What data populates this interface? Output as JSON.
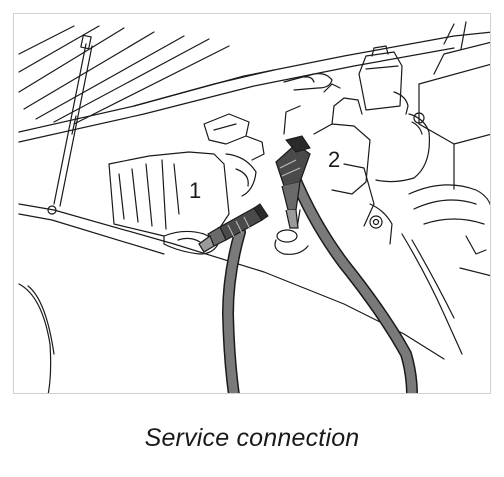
{
  "figure": {
    "callouts": {
      "hose_1": "1",
      "hose_2": "2"
    },
    "caption": "Service connection"
  },
  "colors": {
    "line": "#1a1a1a",
    "hose": "#7a7a7a",
    "shade": "#4a4a4a",
    "frame": "#cfcfcf"
  }
}
